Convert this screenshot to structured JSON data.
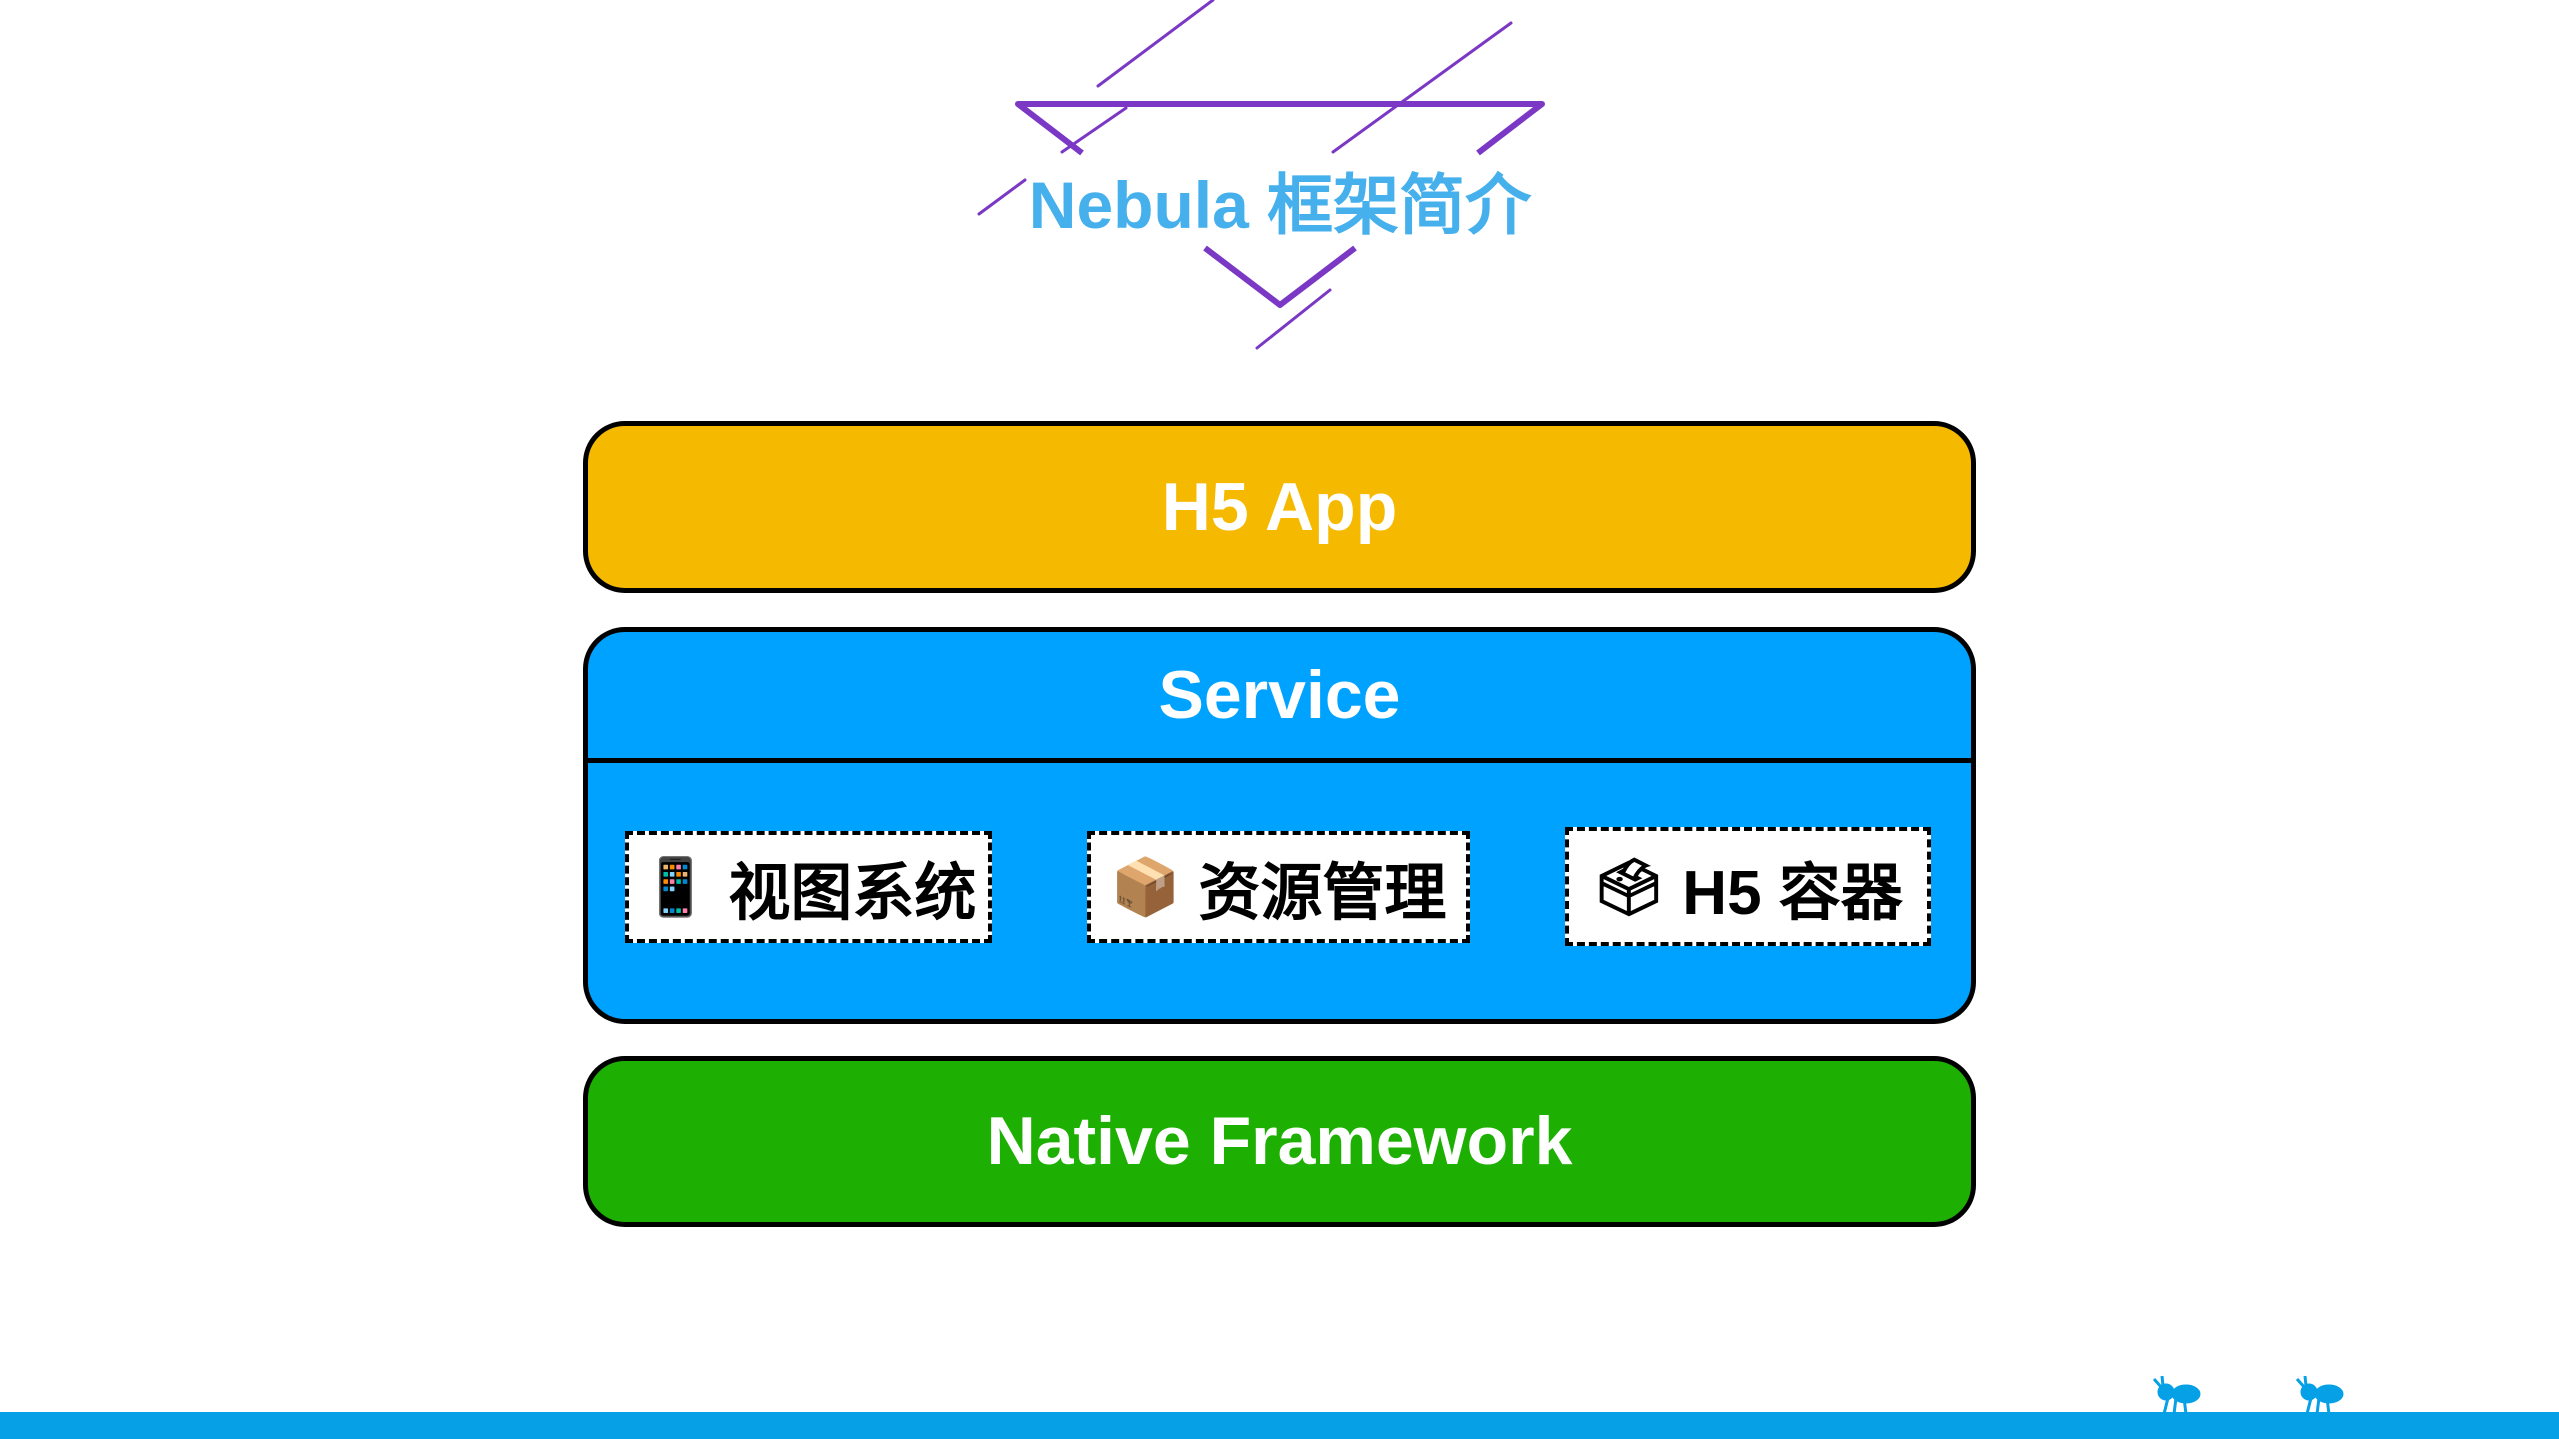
{
  "title": "Nebula 框架简介",
  "colors": {
    "title": "#45b0ec",
    "decoration": "#7a38c4",
    "h5_app": "#f5b900",
    "service": "#00a2ff",
    "native": "#1db002",
    "bottom_bar": "#05a0e6"
  },
  "layers": {
    "h5_app": "H5 App",
    "service": {
      "label": "Service",
      "modules": [
        {
          "icon": "mobile-phone-icon",
          "glyph": "📱",
          "label": "视图系统"
        },
        {
          "icon": "package-icon",
          "glyph": "📦",
          "label": "资源管理"
        },
        {
          "icon": "ballot-box-icon",
          "glyph": "🗳",
          "label": "H5 容器"
        }
      ]
    },
    "native": "Native Framework"
  },
  "footer": {
    "logo": "ant-icons"
  }
}
